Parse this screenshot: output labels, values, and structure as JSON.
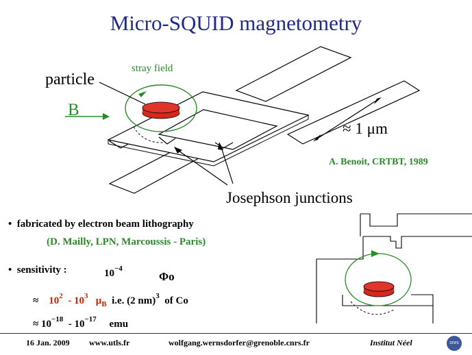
{
  "title": "Micro-SQUID magnetometry",
  "diagram": {
    "particle": "particle",
    "stray_field": "stray field",
    "field_B": "B",
    "scale": "≈ 1 μm",
    "credit": "A. Benoit, CRTBT, 1989",
    "junctions": "Josephson junctions"
  },
  "bullets": {
    "fabrication": "fabricated by electron beam lithography",
    "fab_credit": "(D. Mailly, LPN, Marcoussis - Paris)",
    "sensitivity_label": "sensitivity :",
    "phi_base": "10",
    "phi_exp": "−4",
    "phi_unit": "Φo",
    "approx1": "≈",
    "mu_a_base": "10",
    "mu_a_exp": "2",
    "mu_dash": "- 10",
    "mu_b_exp": "3",
    "mu_unit": "μ",
    "mu_sub": "B",
    "ie_text": "i.e.  (2 nm)",
    "ie_exp": "3",
    "of_co": "of Co",
    "approx2": "≈ 10",
    "emu_a_exp": "−18",
    "emu_dash": "- 10",
    "emu_b_exp": "−17",
    "emu_unit": "emu"
  },
  "footer": {
    "date": "16 Jan. 2009",
    "website": "www.utls.fr",
    "email": "wolfgang.wernsdorfer@grenoble.cnrs.fr",
    "institute": "Institut Néel",
    "logo_text": "cnrs"
  },
  "colors": {
    "title": "#1f2a8a",
    "accent_green": "#2a8a2a",
    "accent_red": "#cc2200"
  }
}
